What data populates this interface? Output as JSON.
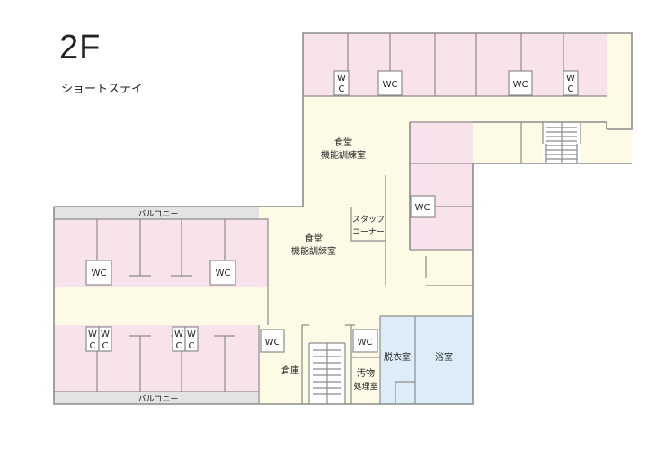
{
  "floor": {
    "title": "2F",
    "subtitle": "ショートステイ"
  },
  "colors": {
    "room": "#f8e3ec",
    "corridor": "#fdfbe6",
    "balcony": "#e3e3e3",
    "bath": "#dcedf8",
    "wall": "#8c8c8c"
  },
  "labels": {
    "dining_upper": [
      "食堂",
      "機能訓練室"
    ],
    "dining_lower": [
      "食堂",
      "機能訓練室"
    ],
    "staff": [
      "スタッフ",
      "コーナー"
    ],
    "balcony": "バルコニー",
    "storage": "倉庫",
    "dirty": [
      "汚物",
      "処理室"
    ],
    "dressing": "脱衣室",
    "bath": "浴室",
    "wc": "WC",
    "wc_split": [
      "W",
      "C"
    ]
  }
}
